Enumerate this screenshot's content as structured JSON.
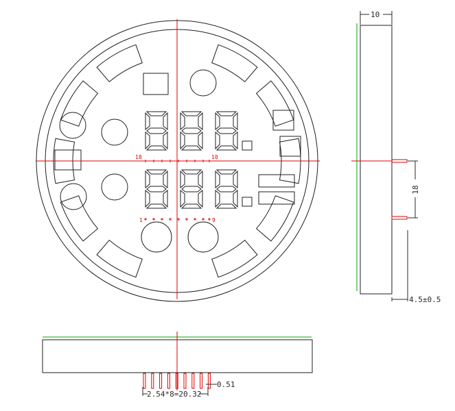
{
  "drawing": {
    "colors": {
      "outline": "#1e1e1e",
      "centerline": "#e00000",
      "pin_marker": "#e00000",
      "pin": "#e00000",
      "green_edge": "#00aa00",
      "dimension": "#2a2a2a"
    },
    "icons": [
      "seven-segment-digit-icon",
      "decimal-point-icon",
      "round-indicator-icon",
      "square-indicator-icon",
      "arc-segment-icon",
      "bar-indicator-icon"
    ],
    "front_view": {
      "pin_labels": {
        "row1_start": "18",
        "row1_end": "10",
        "row2_start": "1",
        "row2_end": "9"
      }
    },
    "side_view": {
      "width_label": "10",
      "pin_spacing_label": "18",
      "pin_length_label": "4.5±0.5"
    },
    "bottom_view": {
      "pin_pitch_label": "2.54*8=20.32",
      "pin_width_label": "0.51"
    }
  }
}
